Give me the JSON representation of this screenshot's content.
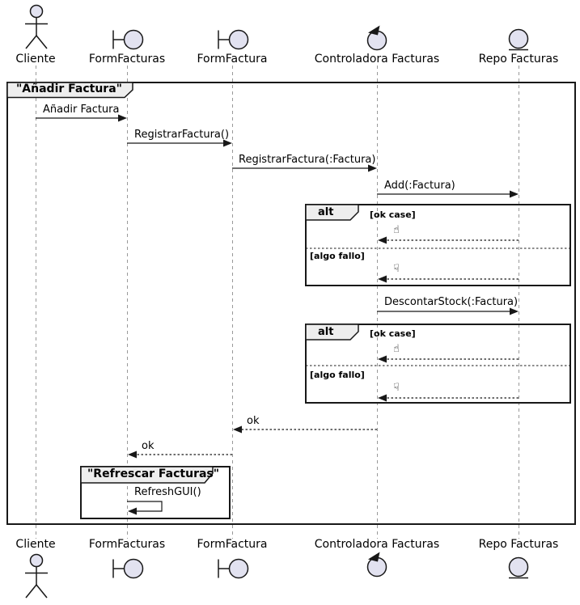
{
  "diagram": {
    "title_frame": "\"Añadir Factura\"",
    "participants": [
      {
        "name": "Cliente",
        "type": "actor"
      },
      {
        "name": "FormFacturas",
        "type": "boundary"
      },
      {
        "name": "FormFactura",
        "type": "boundary"
      },
      {
        "name": "Controladora Facturas",
        "type": "control"
      },
      {
        "name": "Repo Facturas",
        "type": "entity"
      }
    ],
    "frames": {
      "main": {
        "label": "\"Añadir Factura\""
      },
      "refresh": {
        "label": "\"Refrescar Facturas\""
      }
    },
    "messages": {
      "anadir": "Añadir Factura",
      "registrar": "RegistrarFactura()",
      "registrar_param": "RegistrarFactura(:Factura)",
      "add": "Add(:Factura)",
      "descontar": "DescontarStock(:Factura)",
      "ok_to_formfactura": "ok",
      "ok_to_formfacturas": "ok",
      "refresh_call": "RefreshGUI()"
    },
    "alt1": {
      "operator": "alt",
      "guard_ok": "[ok case]",
      "guard_fail": "[algo fallo]",
      "thumb_up_glyph": "☝",
      "thumb_down_glyph": "☟"
    },
    "alt2": {
      "operator": "alt",
      "guard_ok": "[ok case]",
      "guard_fail": "[algo fallo]",
      "thumb_up_glyph": "☝",
      "thumb_down_glyph": "☟"
    }
  },
  "colors": {
    "background": "#FFFFFF",
    "stroke": "#181818",
    "participant_fill": "#E2E2F0",
    "frame_label_bg": "#EEEEEE",
    "lifeline": "#999999"
  }
}
